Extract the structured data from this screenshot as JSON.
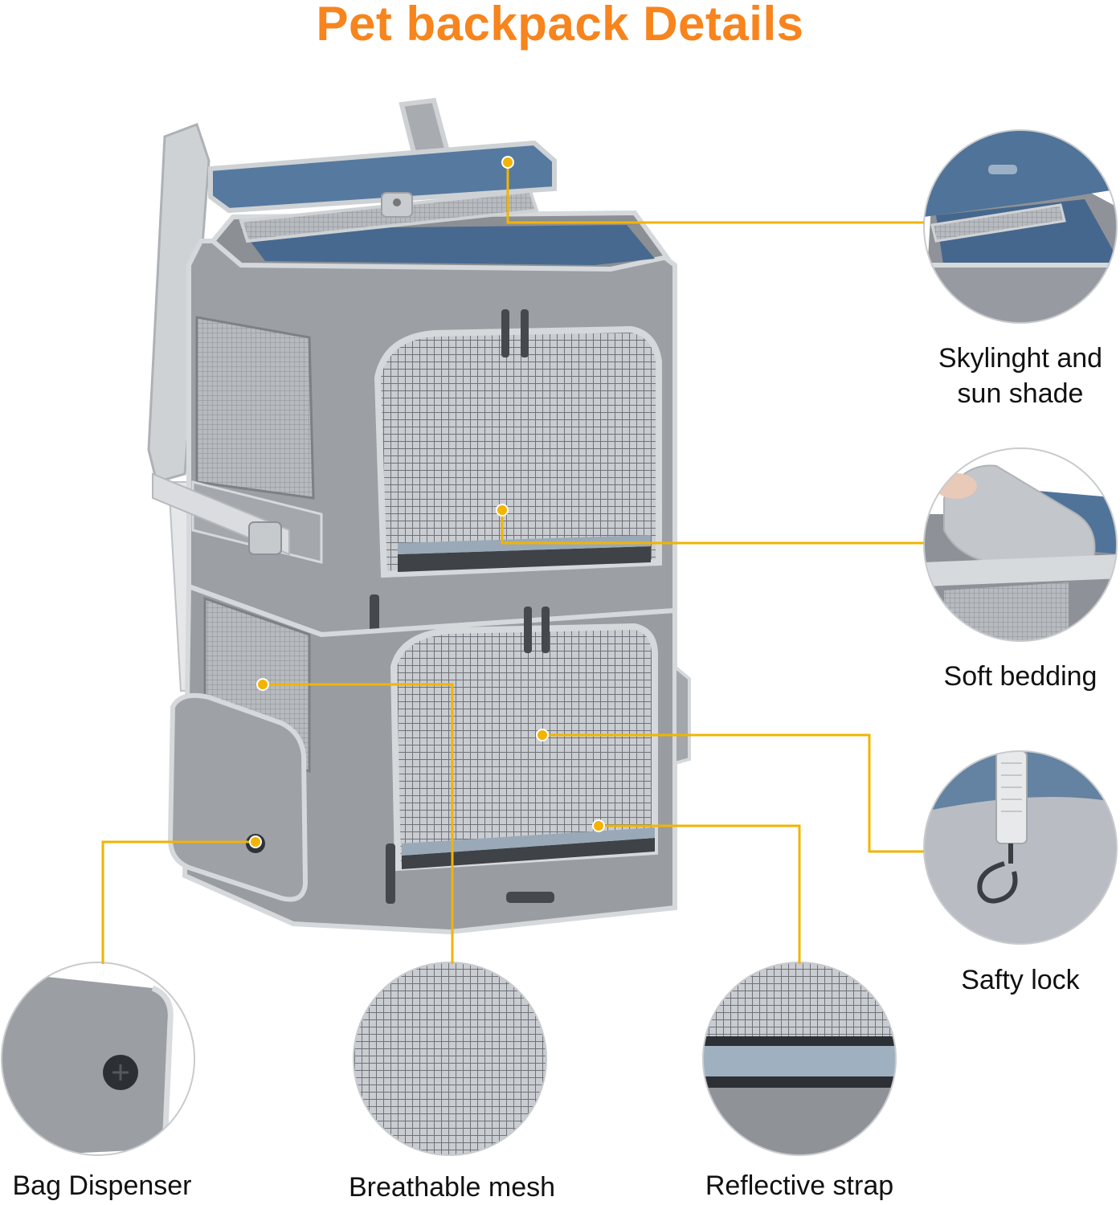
{
  "title": "Pet backpack Details",
  "colors": {
    "title": "#f7841d",
    "callout_line": "#f2b400",
    "fabric_gray": "#9b9ea3",
    "trim_gray": "#d9dcdf",
    "lining_blue": "#4d6f97",
    "mesh": "#8c8f93"
  },
  "callouts": [
    {
      "id": "skylight",
      "label_lines": [
        "Skylinght and",
        "sun shade"
      ]
    },
    {
      "id": "bedding",
      "label_lines": [
        "Soft bedding"
      ]
    },
    {
      "id": "lock",
      "label_lines": [
        "Safty lock"
      ]
    },
    {
      "id": "dispenser",
      "label_lines": [
        "Bag Dispenser"
      ]
    },
    {
      "id": "mesh",
      "label_lines": [
        "Breathable mesh"
      ]
    },
    {
      "id": "reflective",
      "label_lines": [
        "Reflective strap"
      ]
    }
  ]
}
